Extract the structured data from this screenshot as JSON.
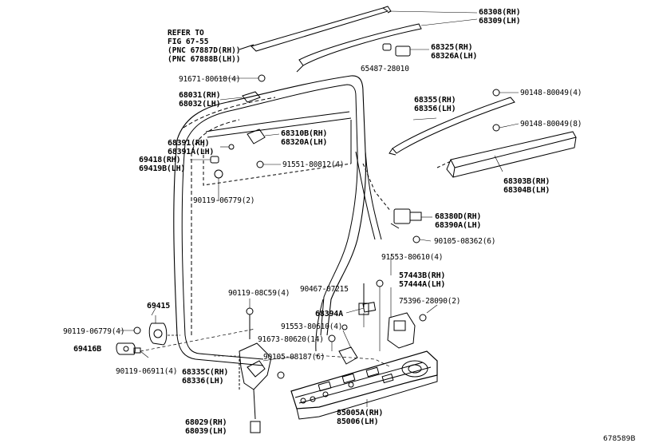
{
  "refer": {
    "line1": "REFER TO",
    "line2": "FIG 67-55",
    "line3": "(PNC 67887D(RH))",
    "line4": "(PNC 67888B(LH))"
  },
  "parts": {
    "p68308": "68308(RH)",
    "p68309": "68309(LH)",
    "p68325": "68325(RH)",
    "p68326": "68326A(LH)",
    "p65487": "65487-28010",
    "p91671": "91671-80618(4)",
    "p68031": "68031(RH)",
    "p68032": "68032(LH)",
    "p68355": "68355(RH)",
    "p68356": "68356(LH)",
    "p90148a": "90148-80049(4)",
    "p90148b": "90148-80049(8)",
    "p68310": "68310B(RH)",
    "p68320": "68320A(LH)",
    "p68391": "68391(RH)",
    "p68391a": "68391A(LH)",
    "p69418": "69418(RH)",
    "p69419": "69419B(LH)",
    "p91551a": "91551-80812(4)",
    "p68303": "68303B(RH)",
    "p68304": "68304B(LH)",
    "p90119a": "90119-06779(2)",
    "p68380": "68380D(RH)",
    "p68390": "68390A(LH)",
    "p90105a": "90105-08362(6)",
    "p91553a": "91553-80610(4)",
    "p57443": "57443B(RH)",
    "p57444": "57444A(LH)",
    "p90119b": "90119-08C59(4)",
    "p90467": "90467-07215",
    "p69415": "69415",
    "p75396": "75396-28090(2)",
    "p68394": "68394A",
    "p90119c": "90119-06779(4)",
    "p91553b": "91553-80610(4)",
    "p91673": "91673-80620(14)",
    "p69416": "69416B",
    "p90105b": "90105-08187(6)",
    "p90119d": "90119-06911(4)",
    "p68335": "68335C(RH)",
    "p68336": "68336(LH)",
    "p85005": "85005A(RH)",
    "p85006": "85006(LH)",
    "p68029": "68029(RH)",
    "p68039": "68039(LH)"
  },
  "figure_id": "678589B"
}
